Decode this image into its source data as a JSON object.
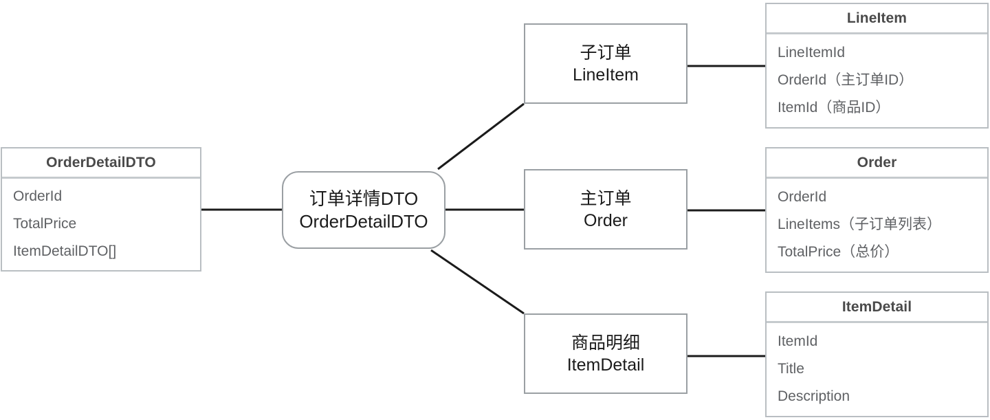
{
  "diagram": {
    "type": "entity-relationship-mapping",
    "center_node": {
      "name": "order-detail-dto-node",
      "line_cn": "订单详情DTO",
      "line_en": "OrderDetailDTO"
    },
    "left_entity": {
      "name": "OrderDetailDTO",
      "fields": [
        "OrderId",
        "TotalPrice",
        "ItemDetailDTO[]"
      ]
    },
    "middle_boxes": [
      {
        "line_cn": "子订单",
        "line_en": "LineItem"
      },
      {
        "line_cn": "主订单",
        "line_en": "Order"
      },
      {
        "line_cn": "商品明细",
        "line_en": "ItemDetail"
      }
    ],
    "right_entities": [
      {
        "name": "LineItem",
        "fields": [
          "LineItemId",
          "OrderId（主订单ID）",
          "ItemId（商品ID）"
        ]
      },
      {
        "name": "Order",
        "fields": [
          "OrderId",
          "LineItems（子订单列表）",
          "TotalPrice（总价）"
        ]
      },
      {
        "name": "ItemDetail",
        "fields": [
          "ItemId",
          "Title",
          "Description"
        ]
      }
    ],
    "colors": {
      "entity_border": "#b9bec2",
      "entity_header_divider": "#c5cacd",
      "box_border": "#9a9fa3",
      "connector": "#1b1b1b",
      "title_text": "#4a4a4a",
      "field_text": "#5f6164",
      "box_text": "#1b1b1b",
      "background": "#ffffff"
    }
  }
}
